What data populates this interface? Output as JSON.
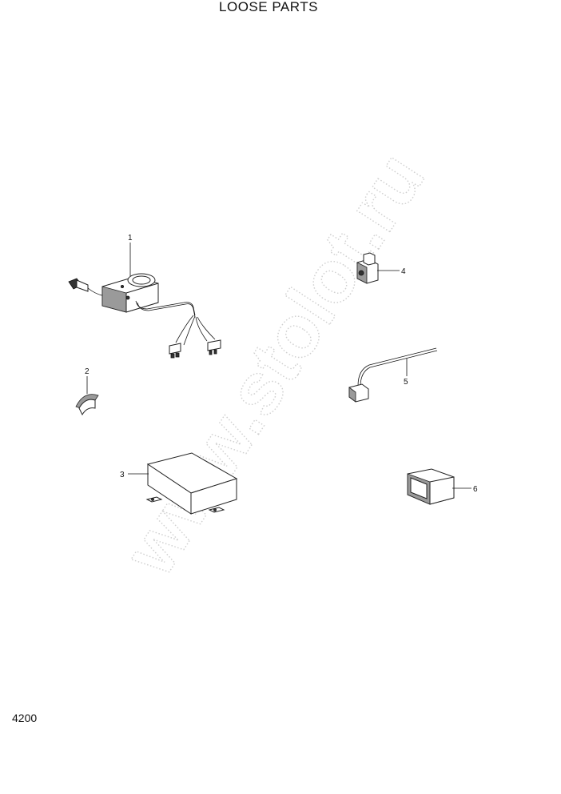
{
  "page": {
    "title": "LOOSE PARTS",
    "page_number": "4200",
    "watermark": "www.stolot.ru"
  },
  "callouts": [
    "1",
    "2",
    "3",
    "4",
    "5",
    "6"
  ]
}
